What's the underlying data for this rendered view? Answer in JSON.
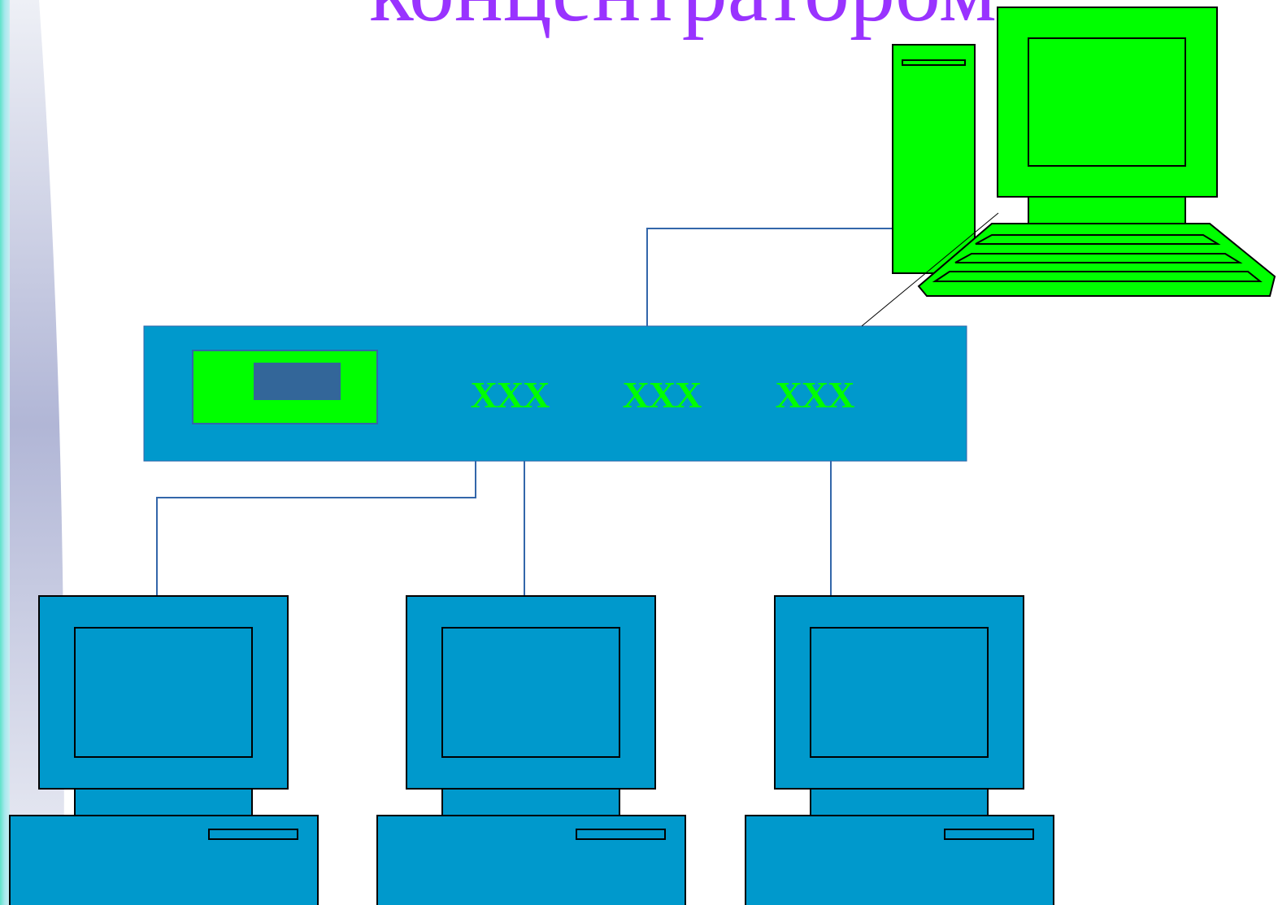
{
  "slide": {
    "title": "концентратором"
  },
  "hub": {
    "ports": [
      {
        "label": "XXX"
      },
      {
        "label": "XXX"
      },
      {
        "label": "XXX"
      }
    ]
  },
  "devices": {
    "server_pc": {
      "icon": "desktop-computer-icon",
      "color": "#00ff00"
    },
    "client_pcs": [
      {
        "icon": "desktop-computer-icon",
        "color": "#0099cc"
      },
      {
        "icon": "desktop-computer-icon",
        "color": "#0099cc"
      },
      {
        "icon": "desktop-computer-icon",
        "color": "#0099cc"
      }
    ]
  },
  "colors": {
    "hub_body": "#0099cc",
    "hub_display": "#00ff00",
    "hub_display_screen": "#336699",
    "cable": "#3366aa",
    "title": "#9933ff",
    "port_label": "#00ff00"
  }
}
